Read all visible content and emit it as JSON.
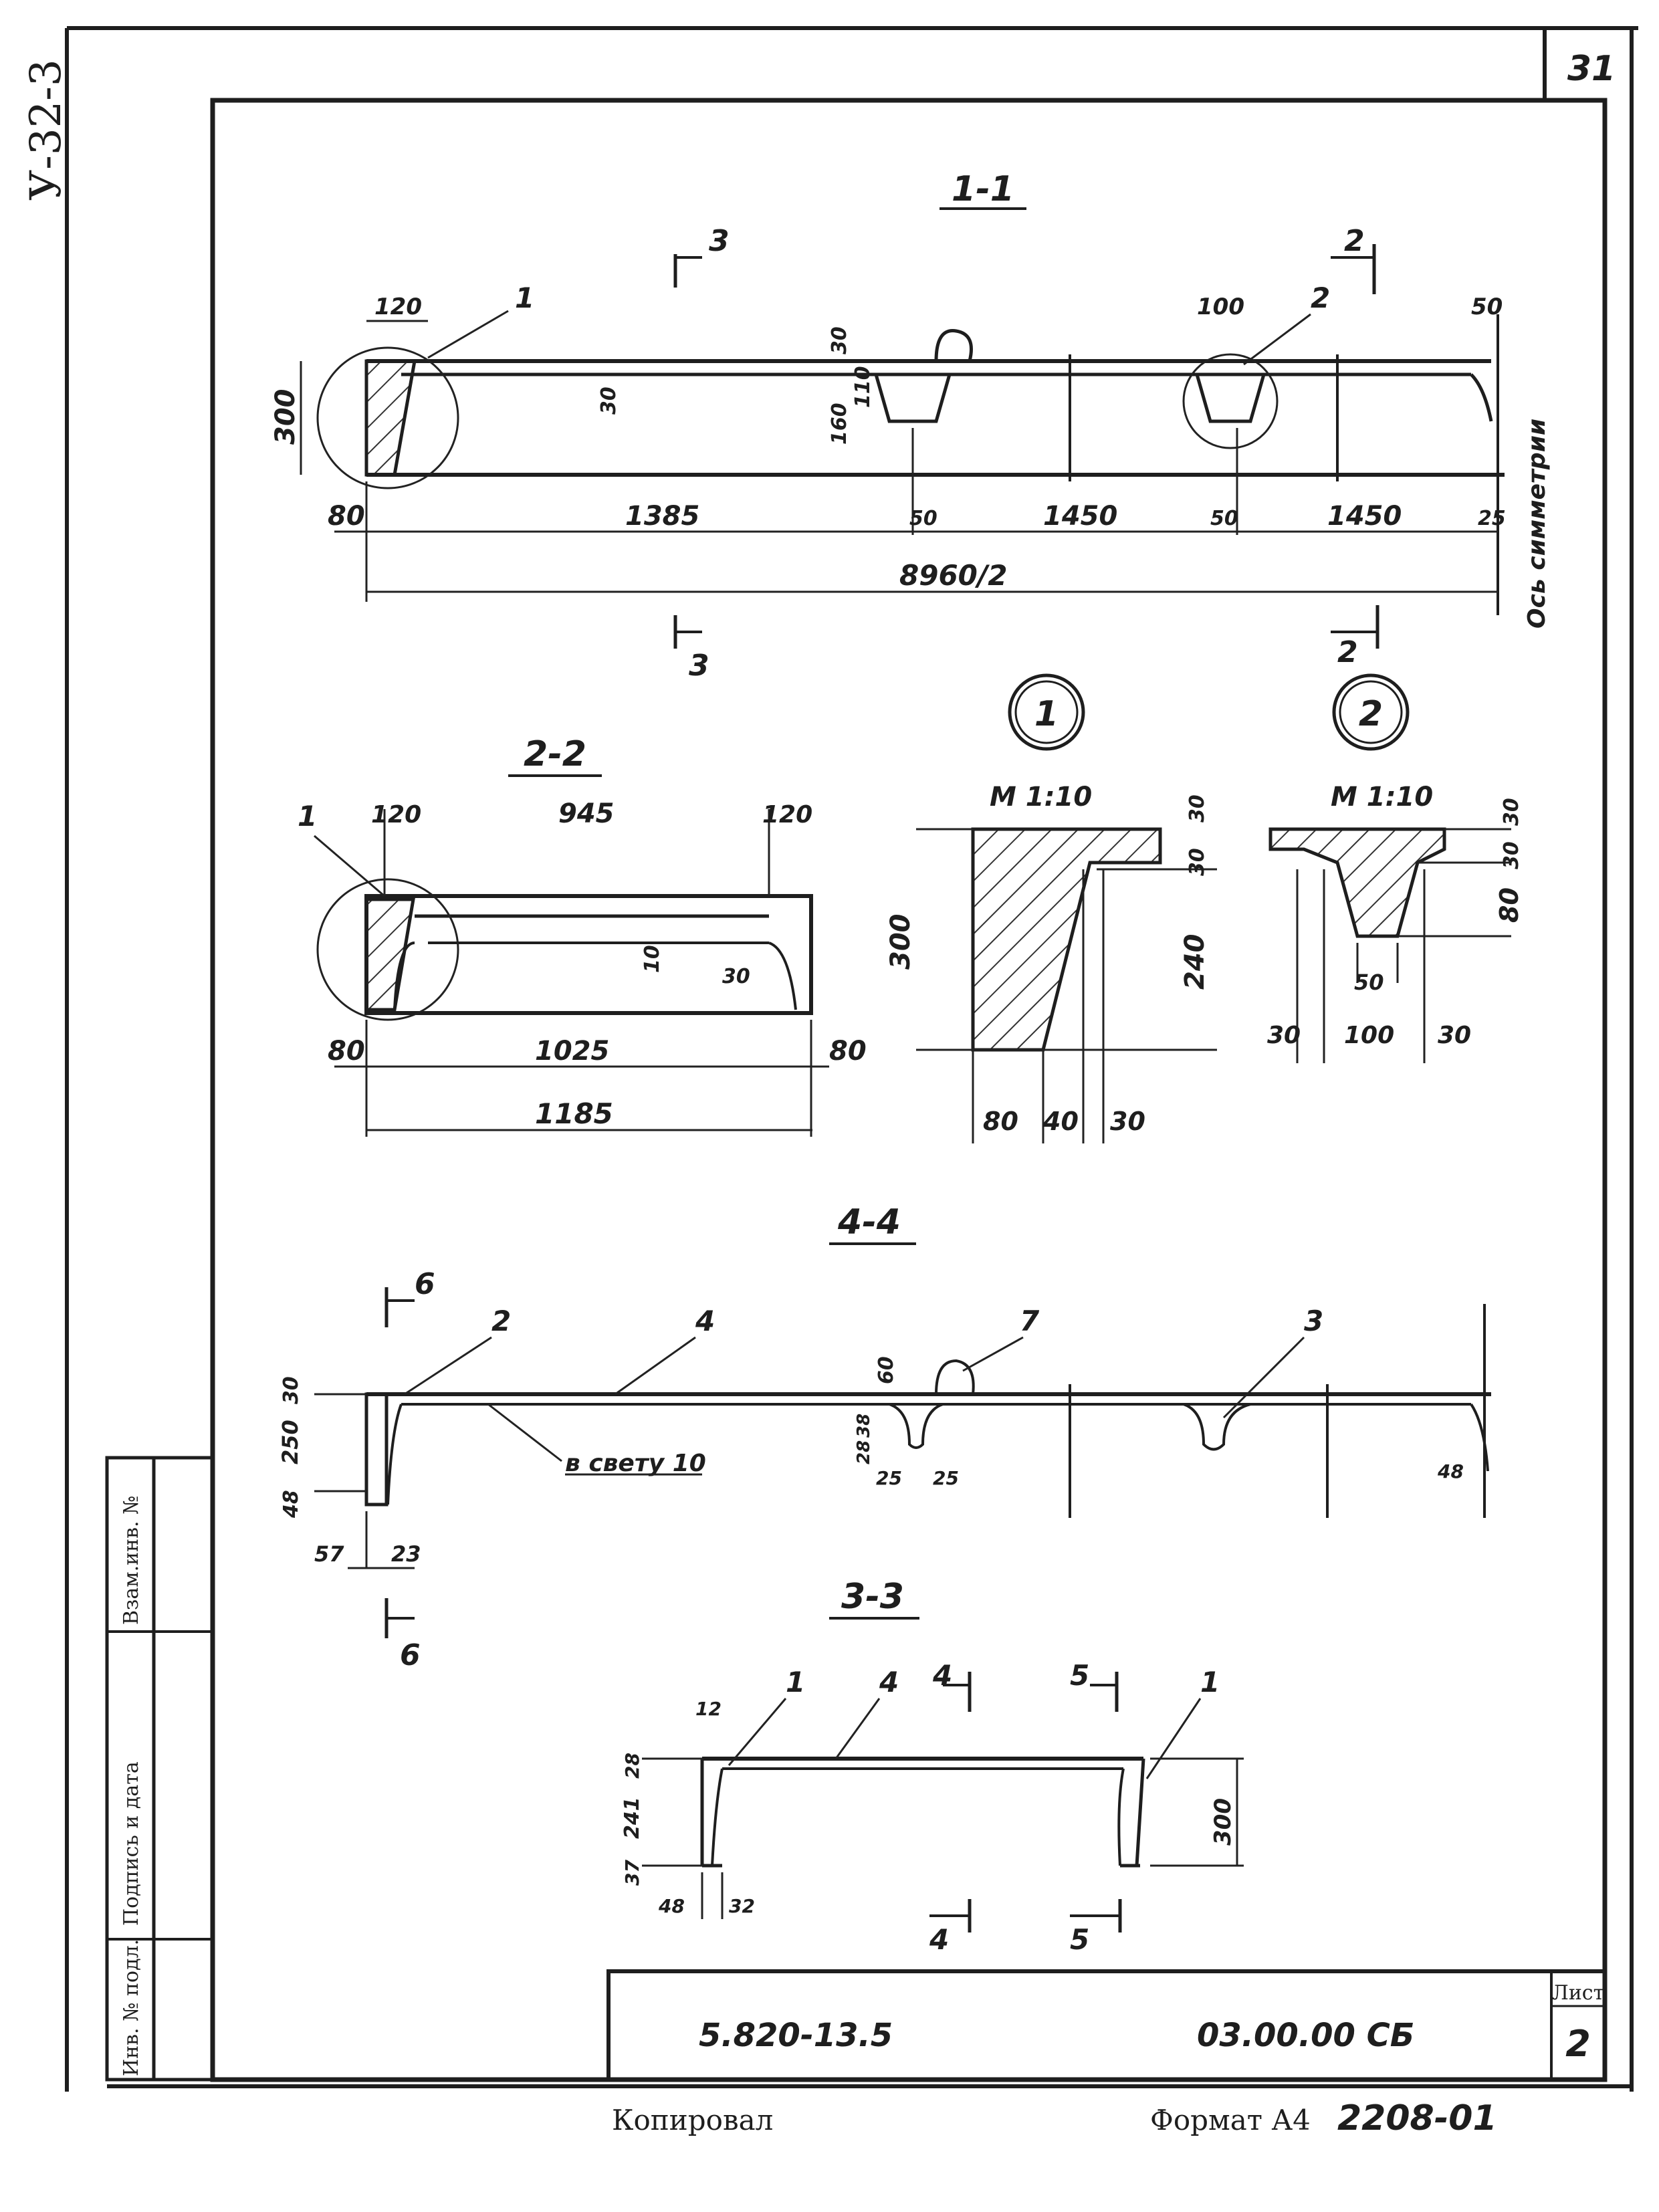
{
  "sheet": {
    "number": "31",
    "side_code": "У-32-3",
    "copied_by": "Копировал",
    "format_label": "Формат А4",
    "stamp_number": "2208-01"
  },
  "title_block": {
    "doc_code": "5.820-13.5",
    "spec_code": "03.00.00 СБ",
    "sheet_label": "Лист",
    "sheet_value": "2"
  },
  "side_stamp": {
    "inv_no": "Инв. № подл.",
    "sign_date": "Подпись и дата",
    "replace_inv": "Взам.инв. №"
  },
  "section_1_1": {
    "title": "1-1",
    "marks": [
      "3",
      "3",
      "2",
      "2"
    ],
    "callouts": [
      "1",
      "2"
    ],
    "dims": {
      "left_width": "120",
      "rib_width": "100",
      "end_width": "50",
      "height": "300",
      "flange": "30",
      "rib_h1": "110",
      "rib_h2": "160",
      "web": "30",
      "start": "80",
      "span1": "1385",
      "gap1": "50",
      "span2": "1450",
      "gap2": "50",
      "span3": "1450",
      "end": "25",
      "total": "8960/2"
    },
    "axis_label": "Ось симметрии"
  },
  "section_2_2": {
    "title": "2-2",
    "callout": "1",
    "dims": {
      "left": "120",
      "mid": "945",
      "right": "120",
      "inner_a": "10",
      "inner_b": "30",
      "base_left": "80",
      "base_mid": "1025",
      "base_right": "80",
      "total": "1185"
    }
  },
  "node_1": {
    "number": "1",
    "scale": "М 1:10",
    "dims": {
      "height": "300",
      "top": "30",
      "step": "30",
      "inner": "240",
      "b1": "80",
      "b2": "40",
      "b3": "30"
    }
  },
  "node_2": {
    "number": "2",
    "scale": "М 1:10",
    "dims": {
      "top": "30",
      "step": "30",
      "depth": "80",
      "bottom": "50",
      "w1": "30",
      "w2": "100",
      "w3": "30"
    }
  },
  "section_4_4": {
    "title": "4-4",
    "marks": [
      "6",
      "6"
    ],
    "callouts": [
      "2",
      "4",
      "7",
      "3"
    ],
    "note": "в свету 10",
    "dims": {
      "t30": "30",
      "h250": "250",
      "b48": "48",
      "s57": "57",
      "s23": "23",
      "h60": "60",
      "r28": "28",
      "r38": "38",
      "b25": "25",
      "b25b": "25",
      "e48": "48"
    }
  },
  "section_3_3": {
    "title": "3-3",
    "marks": [
      "4",
      "4",
      "5",
      "5"
    ],
    "callouts": [
      "1",
      "4",
      "1"
    ],
    "dims": {
      "t12": "12",
      "h28": "28",
      "h241": "241",
      "b37": "37",
      "w48": "48",
      "w32": "32",
      "h300": "300"
    }
  }
}
